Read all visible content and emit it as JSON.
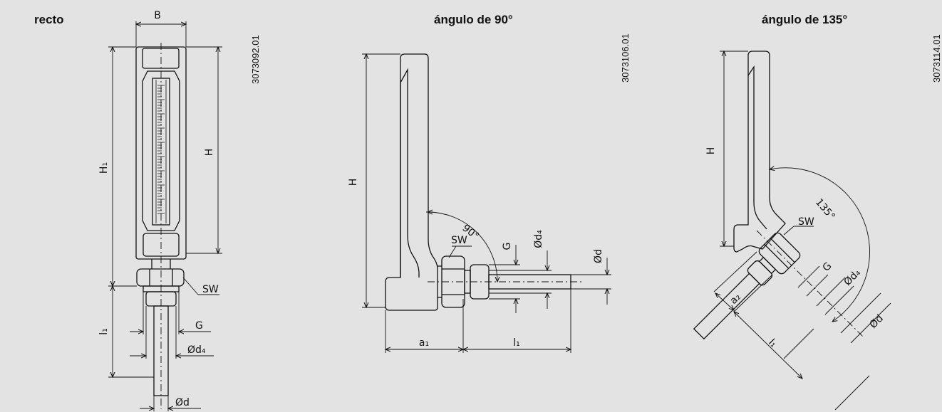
{
  "titles": {
    "straight": "recto",
    "angle90": "ángulo de 90°",
    "angle135": "ángulo de 135°"
  },
  "codes": {
    "straight": "3073092.01",
    "angle90": "3073106.01",
    "angle135": "3073114.01"
  },
  "labels": {
    "B": "B",
    "H1": "H₁",
    "H": "H",
    "SW": "SW",
    "G": "G",
    "l1": "l₁",
    "d4": "Ød₄",
    "d": "Ød",
    "a1": "a₁",
    "a2": "a₂",
    "deg90": "90°",
    "deg135": "135°"
  },
  "colors": {
    "background": "#e3e3e3",
    "lines": "#111111"
  }
}
